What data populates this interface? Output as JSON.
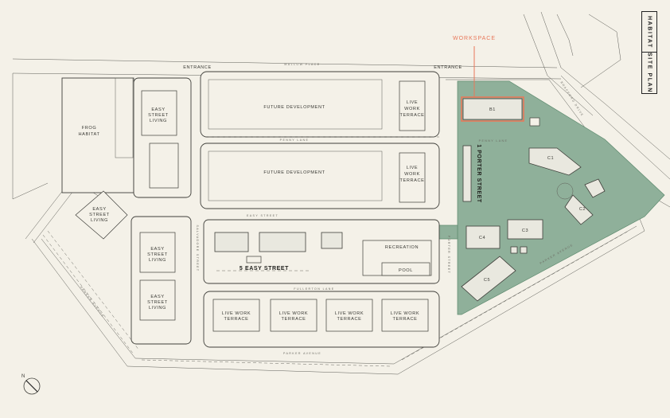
{
  "title": {
    "project": "HABITAT",
    "plan": "SITE PLAN"
  },
  "highlight": {
    "label": "WORKSPACE",
    "color": "#e8785a"
  },
  "colors": {
    "background": "#f4f1e8",
    "green_zone": "#8fb09a",
    "lines": "#3f3f3a"
  },
  "labels": {
    "frog_habitat_1": "FROG",
    "frog_habitat_2": "HABITAT",
    "entrance_left": "ENTRANCE",
    "entrance_right": "ENTRANCE",
    "future_dev_1": "FUTURE DEVELOPMENT",
    "future_dev_2": "FUTURE DEVELOPMENT",
    "lw_top_1": [
      "LIVE",
      "WORK",
      "TERRACE"
    ],
    "lw_top_2": [
      "LIVE",
      "WORK",
      "TERRACE"
    ],
    "easy_living_1": [
      "EASY",
      "STREET",
      "LIVING"
    ],
    "easy_living_2": [
      "EASY",
      "STREET",
      "LIVING"
    ],
    "easy_living_3": [
      "EASY",
      "STREET",
      "LIVING"
    ],
    "easy_living_4": [
      "EASY",
      "STREET",
      "LIVING"
    ],
    "five_easy": "5 EASY STREET",
    "one_porter": "1 PORTER STREET",
    "recreation": "RECREATION",
    "pool": "POOL",
    "b1": "B1",
    "c1": "C1",
    "c2": "C2",
    "c3": "C3",
    "c4": "C4",
    "c5": "C5",
    "lw_bottom": [
      [
        "LIVE WORK",
        "TERRACE"
      ],
      [
        "LIVE WORK",
        "TERRACE"
      ],
      [
        "LIVE WORK",
        "TERRACE"
      ],
      [
        "LIVE WORK",
        "TERRACE"
      ]
    ],
    "north": "N"
  },
  "roads": {
    "top": "MALLOW PLACE",
    "penny_1": "PENNY LANE",
    "penny_2": "PENNY LANE",
    "easy": "EASY STREET",
    "fullerton": "FULLERTON LANE",
    "parker_bottom": "PARKER AVENUE",
    "parker_left": "PARKER AVENUE",
    "parker_right": "PARKER AVENUE",
    "salvadore": "SALVADORE STREET",
    "porter_v": "PORTER STREET",
    "brafford": "BRAFFORD DRIVE"
  }
}
